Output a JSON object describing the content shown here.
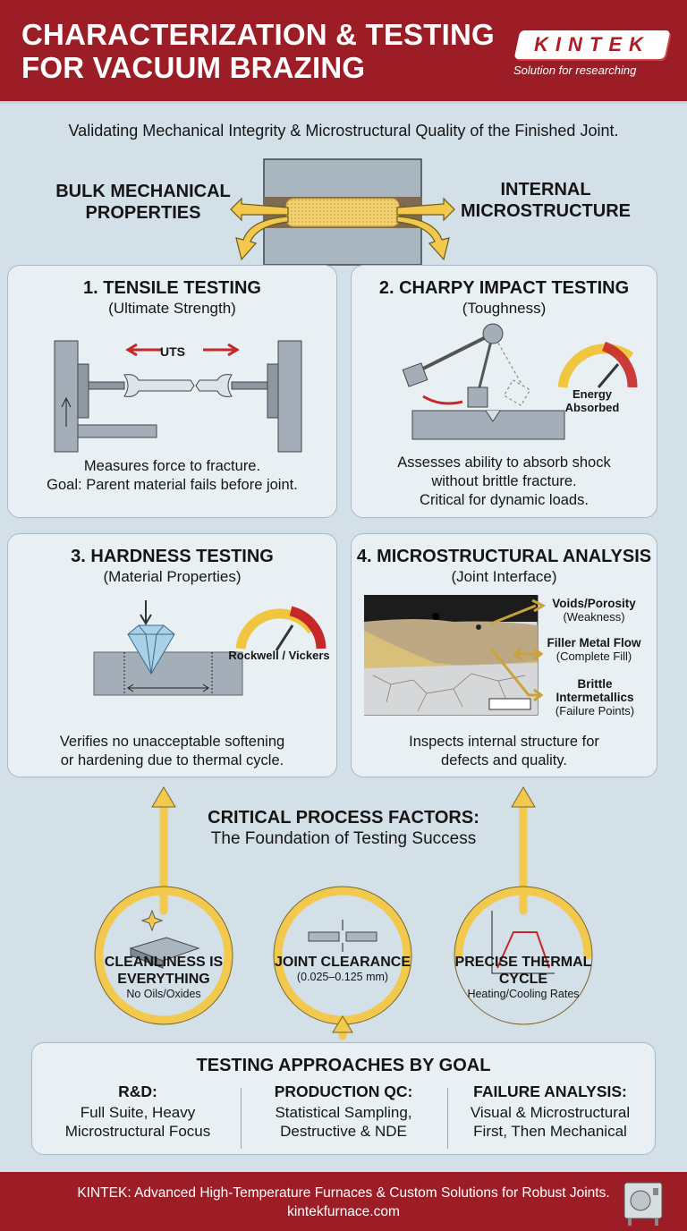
{
  "header": {
    "title_line1": "CHARACTERIZATION & TESTING",
    "title_line2": "FOR VACUUM BRAZING",
    "logo": "KINTEK",
    "tagline": "Solution for researching"
  },
  "subtitle": "Validating Mechanical Integrity & Microstructural Quality of the Finished Joint.",
  "branches": {
    "left": "BULK MECHANICAL PROPERTIES",
    "right": "INTERNAL MICROSTRUCTURE"
  },
  "cards": [
    {
      "title": "1. TENSILE TESTING",
      "subtitle": "(Ultimate Strength)",
      "label": "UTS",
      "desc": [
        "Measures force to fracture.",
        "Goal: Parent material fails before joint."
      ]
    },
    {
      "title": "2. CHARPY IMPACT TESTING",
      "subtitle": "(Toughness)",
      "gauge_label": "Energy Absorbed",
      "desc": [
        "Assesses ability to absorb shock",
        "without brittle fracture.",
        "Critical for dynamic loads."
      ]
    },
    {
      "title": "3. HARDNESS TESTING",
      "subtitle": "(Material Properties)",
      "gauge_label": "Rockwell / Vickers",
      "desc": [
        "Verifies no unacceptable softening",
        "or hardening due to thermal cycle."
      ]
    },
    {
      "title": "4. MICROSTRUCTURAL ANALYSIS",
      "subtitle": "(Joint Interface)",
      "callouts": [
        {
          "title": "Voids/Porosity",
          "note": "(Weakness)"
        },
        {
          "title": "Filler Metal Flow",
          "note": "(Complete Fill)"
        },
        {
          "title": "Brittle Intermetallics",
          "note": "(Failure Points)"
        }
      ],
      "desc": [
        "Inspects internal structure for",
        "defects and quality."
      ]
    }
  ],
  "factors": {
    "title": "CRITICAL PROCESS FACTORS:",
    "subtitle": "The Foundation of Testing Success",
    "items": [
      {
        "title": "CLEANLINESS IS EVERYTHING",
        "note": "No Oils/Oxides"
      },
      {
        "title": "JOINT CLEARANCE",
        "note": "(0.025–0.125 mm)"
      },
      {
        "title": "PRECISE THERMAL CYCLE",
        "note": "Heating/Cooling Rates"
      }
    ]
  },
  "approaches": {
    "title": "TESTING APPROACHES BY GOAL",
    "items": [
      {
        "title": "R&D:",
        "desc": [
          "Full Suite, Heavy",
          "Microstructural Focus"
        ]
      },
      {
        "title": "PRODUCTION QC:",
        "desc": [
          "Statistical Sampling,",
          "Destructive & NDE"
        ]
      },
      {
        "title": "FAILURE ANALYSIS:",
        "desc": [
          "Visual & Microstructural",
          "First, Then Mechanical"
        ]
      }
    ]
  },
  "footer": {
    "line1": "KINTEK: Advanced High-Temperature Furnaces & Custom Solutions for Robust Joints.",
    "line2": "kintekfurnace.com"
  },
  "colors": {
    "brand_red": "#9c1d26",
    "accent_yellow": "#f2c94c",
    "background": "#d3e0e8"
  }
}
